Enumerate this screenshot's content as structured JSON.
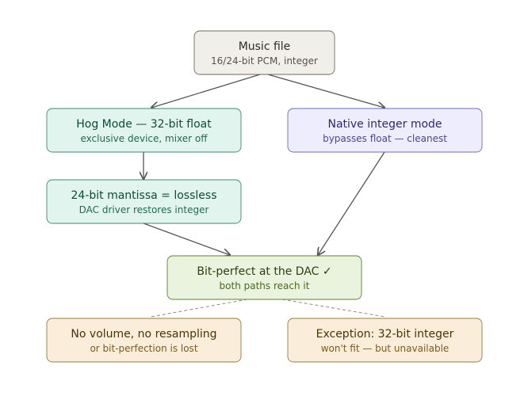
{
  "diagram": {
    "nodes": [
      {
        "id": "music-file",
        "title": "Music file",
        "subtitle": "16/24-bit PCM, integer",
        "fill": "#f1efe9",
        "stroke": "#6f6a5c",
        "title_color": "#2f2d28",
        "sub_color": "#55524a"
      },
      {
        "id": "hog-mode",
        "title": "Hog Mode — 32-bit float",
        "subtitle": "exclusive device, mixer off",
        "fill": "#e1f5ee",
        "stroke": "#3d8a70",
        "title_color": "#0f4a38",
        "sub_color": "#1f6a52"
      },
      {
        "id": "native-integer",
        "title": "Native integer mode",
        "subtitle": "bypasses float — cleanest",
        "fill": "#eeedfd",
        "stroke": "#6e6ab8",
        "title_color": "#2d2a6a",
        "sub_color": "#4a4690"
      },
      {
        "id": "mantissa",
        "title": "24-bit mantissa = lossless",
        "subtitle": "DAC driver restores integer",
        "fill": "#e1f5ee",
        "stroke": "#3d8a70",
        "title_color": "#0f4a38",
        "sub_color": "#1f6a52"
      },
      {
        "id": "bit-perfect",
        "title": "Bit-perfect at the DAC ✓",
        "subtitle": "both paths reach it",
        "fill": "#eaf3de",
        "stroke": "#5d7f3a",
        "title_color": "#2c4010",
        "sub_color": "#4a6a1f"
      },
      {
        "id": "no-volume",
        "title": "No volume, no resampling",
        "subtitle": "or bit-perfection is lost",
        "fill": "#faeeda",
        "stroke": "#9a7a3a",
        "title_color": "#4a3208",
        "sub_color": "#7a5a1e"
      },
      {
        "id": "exception",
        "title": "Exception: 32-bit integer",
        "subtitle": "won't fit — but unavailable",
        "fill": "#faeeda",
        "stroke": "#9a7a3a",
        "title_color": "#4a3208",
        "sub_color": "#7a5a1e"
      }
    ],
    "edges": [
      {
        "from": "music-file",
        "to": "hog-mode",
        "style": "arrow"
      },
      {
        "from": "music-file",
        "to": "native-integer",
        "style": "arrow"
      },
      {
        "from": "hog-mode",
        "to": "mantissa",
        "style": "arrow"
      },
      {
        "from": "mantissa",
        "to": "bit-perfect",
        "style": "arrow"
      },
      {
        "from": "native-integer",
        "to": "bit-perfect",
        "style": "arrow"
      },
      {
        "from": "bit-perfect",
        "to": "no-volume",
        "style": "dashed"
      },
      {
        "from": "bit-perfect",
        "to": "exception",
        "style": "dashed"
      }
    ],
    "colors": {
      "arrow": "#555555",
      "dashed": "#8a8a8a"
    }
  }
}
